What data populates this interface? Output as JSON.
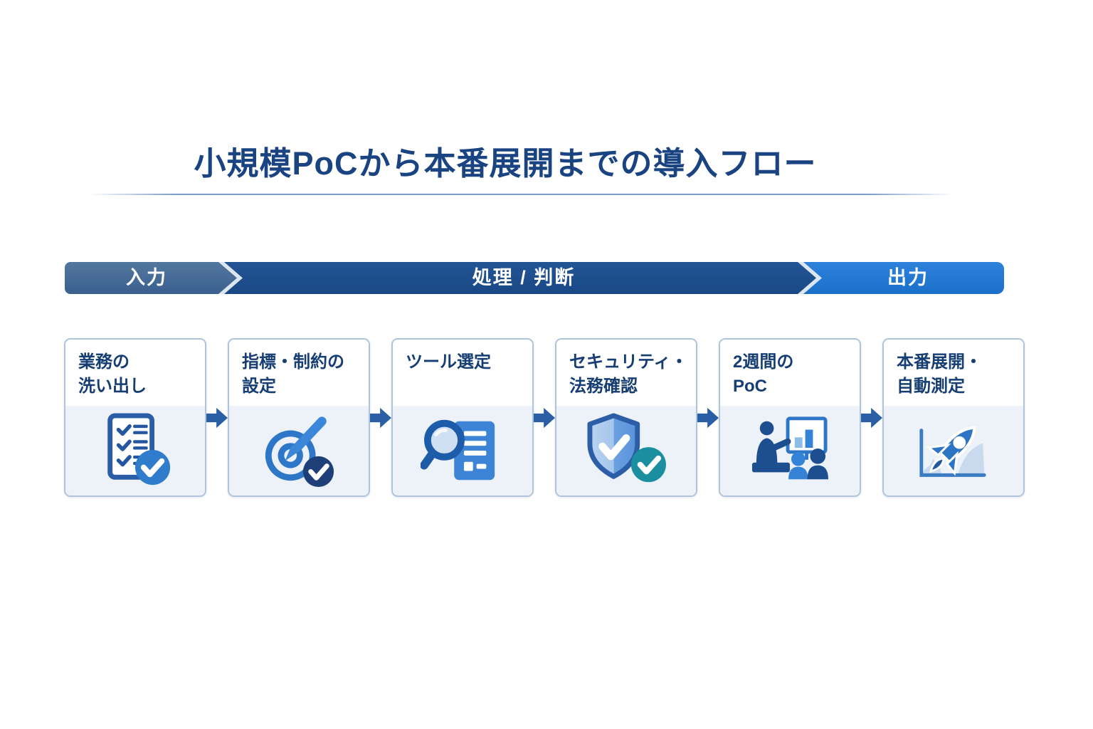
{
  "title": "小規模PoCから本番展開までの導入フロー",
  "banner": {
    "sections": [
      {
        "id": "input",
        "label": "入力",
        "color": "#44699f"
      },
      {
        "id": "process",
        "label": "処理 / 判断",
        "color": "#1d4e8e"
      },
      {
        "id": "output",
        "label": "出力",
        "color": "#2379d4"
      }
    ]
  },
  "steps": [
    {
      "line1": "業務の",
      "line2": "洗い出し",
      "icon": "checklist-check-icon"
    },
    {
      "line1": "指標・制約の",
      "line2": "設定",
      "icon": "target-dart-check-icon"
    },
    {
      "line1": "ツール選定",
      "line2": "",
      "icon": "magnifier-document-icon"
    },
    {
      "line1": "セキュリティ・",
      "line2": "法務確認",
      "icon": "shield-check-icon"
    },
    {
      "line1": "2週間の",
      "line2": "PoC",
      "icon": "presentation-meeting-icon"
    },
    {
      "line1": "本番展開・",
      "line2": "自動測定",
      "icon": "rocket-growth-chart-icon"
    }
  ],
  "colors": {
    "title_text": "#1a4382",
    "step_label_text": "#163e72",
    "banner_input": "#44699f",
    "banner_process": "#1d4e8e",
    "banner_output": "#2379d4",
    "banner_separator": "#dce6f1",
    "flow_arrow": "#2a5fa5",
    "teal_check": "#1b8fa0",
    "card_border": "#aec3dc",
    "card_icon_bg": "#edf2f8"
  }
}
